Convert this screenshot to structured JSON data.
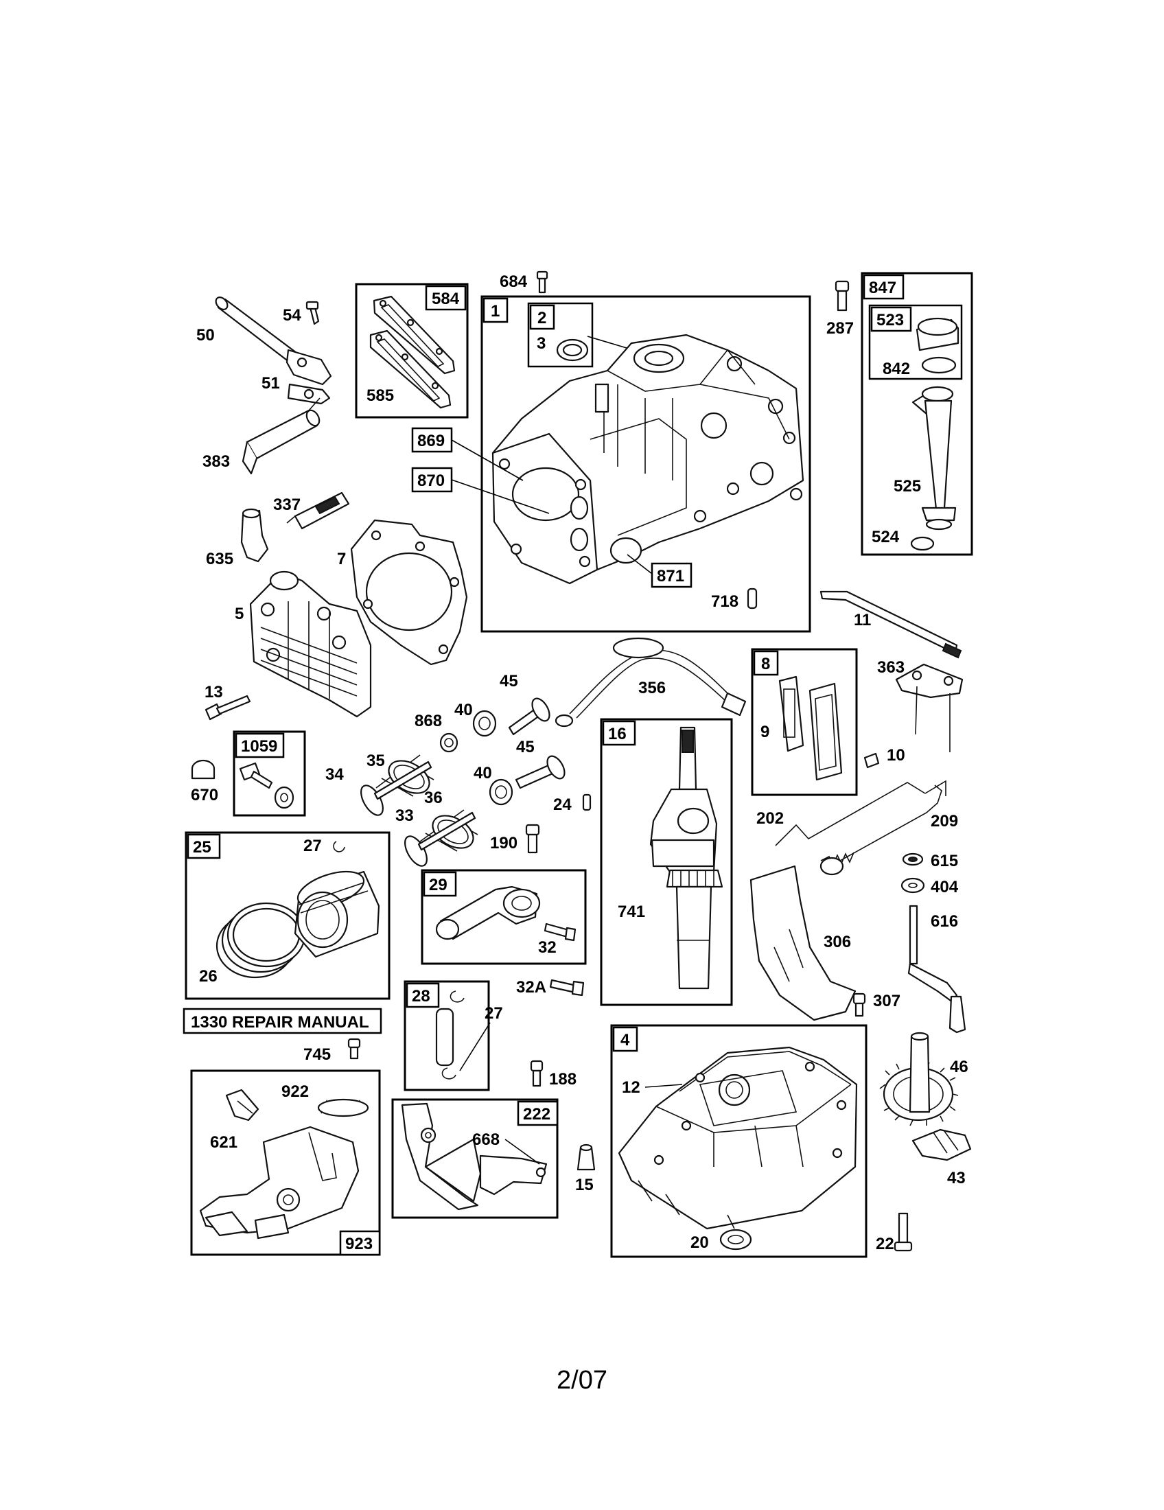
{
  "labels": {
    "l50": "50",
    "l54": "54",
    "l51": "51",
    "l383": "383",
    "l337": "337",
    "l635": "635",
    "l584": "584",
    "l585": "585",
    "l684": "684",
    "l1": "1",
    "l2": "2",
    "l3": "3",
    "l869": "869",
    "l870": "870",
    "l871": "871",
    "l718": "718",
    "l7": "7",
    "l5": "5",
    "l13": "13",
    "l847": "847",
    "l287": "287",
    "l523": "523",
    "l842": "842",
    "l525": "525",
    "l524": "524",
    "l11": "11",
    "l356": "356",
    "l45a": "45",
    "l45b": "45",
    "l40a": "40",
    "l40b": "40",
    "l868": "868",
    "l35": "35",
    "l34": "34",
    "l36": "36",
    "l33": "33",
    "l24": "24",
    "l190": "190",
    "l8": "8",
    "l9": "9",
    "l363": "363",
    "l10": "10",
    "l1059": "1059",
    "l670": "670",
    "l16": "16",
    "l741": "741",
    "l202": "202",
    "l209": "209",
    "l615": "615",
    "l404": "404",
    "l616": "616",
    "l306": "306",
    "l307": "307",
    "l25": "25",
    "l27a": "27",
    "l26": "26",
    "l29": "29",
    "l32": "32",
    "l28": "28",
    "l27b": "27",
    "l32A": "32A",
    "l4": "4",
    "l12": "12",
    "l20": "20",
    "l46": "46",
    "l43": "43",
    "l22": "22",
    "l15": "15",
    "l188": "188",
    "l745": "745",
    "l922": "922",
    "l621": "621",
    "l923": "923",
    "l222": "222",
    "l668": "668"
  },
  "repair_manual": "1330 REPAIR MANUAL",
  "footer": "2/07"
}
